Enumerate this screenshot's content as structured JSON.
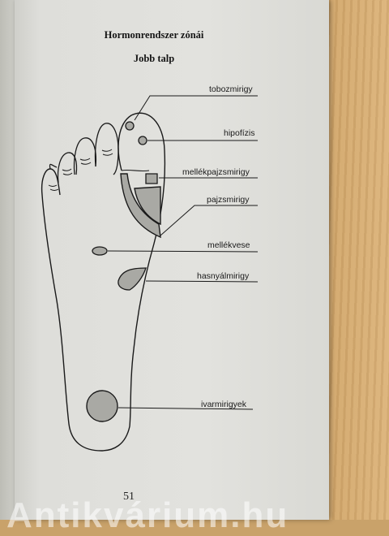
{
  "heading": {
    "title": "Hormonrendszer zónái",
    "subtitle": "Jobb talp"
  },
  "labels": {
    "tobozmirigy": "tobozmirigy",
    "hipofizis": "hipofízis",
    "mellekpajzsmirigy": "mellékpajzsmirigy",
    "pajzsmirigy": "pajzsmirigy",
    "mellekvese": "mellékvese",
    "hasnyalmirigy": "hasnyálmirigy",
    "ivarmirigyek": "ivarmirigyek"
  },
  "page_number": "51",
  "watermark": "Antikvárium.hu",
  "colors": {
    "zone_fill": "#a9a9a4",
    "outline": "#1a1a1a"
  }
}
